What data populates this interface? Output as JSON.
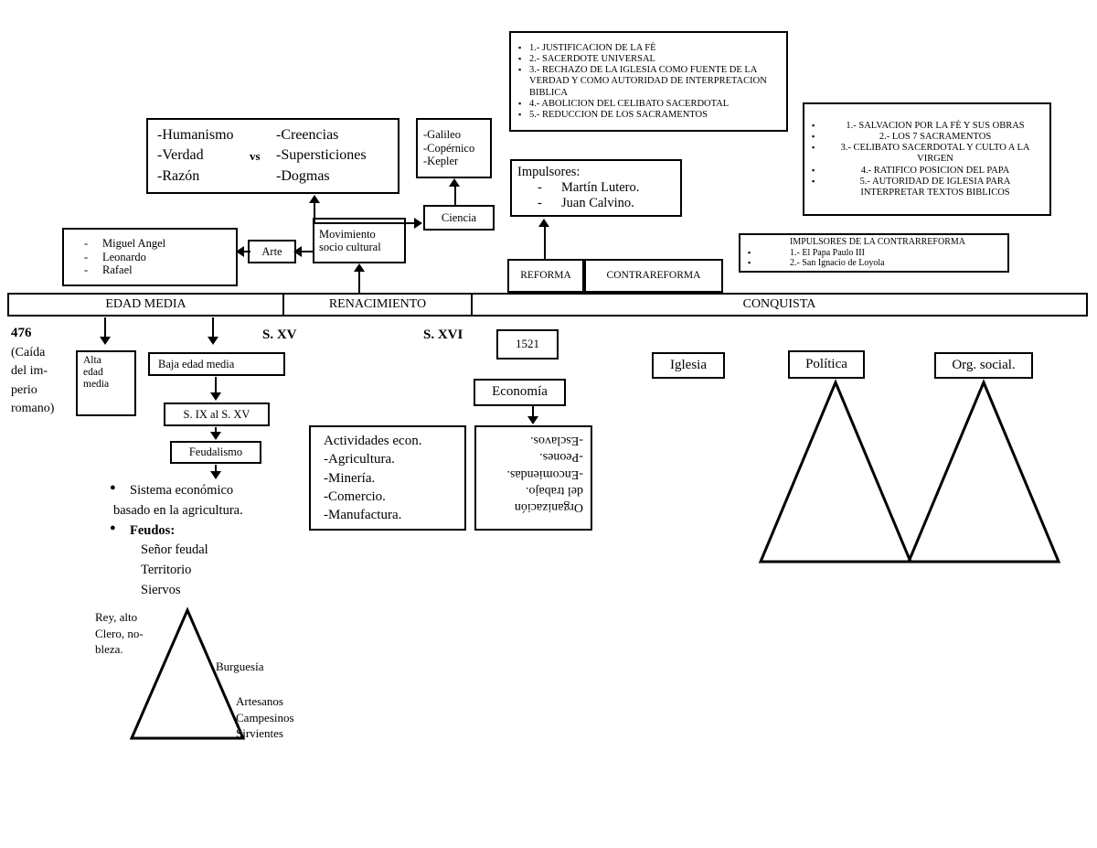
{
  "reform_principles": {
    "items": [
      "1.- JUSTIFICACION DE LA FÈ",
      "2.- SACERDOTE UNIVERSAL",
      "3.- RECHAZO DE LA IGLESIA COMO FUENTE DE LA VERDAD Y COMO AUTORIDAD DE INTERPRETACION BIBLICA",
      "4.- ABOLICION DEL CELIBATO SACERDOTAL",
      "5.- REDUCCION DE LOS SACRAMENTOS"
    ]
  },
  "counterreform_principles": {
    "items": [
      "1.- SALVACION POR LA FÈ Y SUS OBRAS",
      "2.- LOS 7 SACRAMENTOS",
      "3.- CELIBATO SACERDOTAL Y CULTO A LA VIRGEN",
      "4.- RATIFICO POSICION DEL PAPA",
      "5.- AUTORIDAD DE IGLESIA PARA INTERPRETAR TEXTOS BIBLICOS"
    ]
  },
  "humanism": {
    "left": [
      "-Humanismo",
      "-Verdad",
      "-Razón"
    ],
    "vs": "vs",
    "right": [
      "-Creencias",
      "-Supersticiones",
      "-Dogmas"
    ]
  },
  "scientists": {
    "items": [
      "-Galileo",
      "-Copérnico",
      "-Kepler"
    ]
  },
  "ciencia": {
    "label": "Ciencia"
  },
  "movimiento": {
    "label_line1": "Movimiento",
    "label_line2": "socio cultural"
  },
  "arte": {
    "label": "Arte"
  },
  "artists": {
    "items": [
      "Miguel Angel",
      "Leonardo",
      "Rafael"
    ]
  },
  "impulsores_reforma": {
    "title": "Impulsores:",
    "items": [
      "Martín Lutero.",
      "Juan Calvino."
    ]
  },
  "impulsores_contrarreforma": {
    "title": "IMPULSORES DE LA CONTRARREFORMA",
    "items": [
      "1.-  El Papa Paulo III",
      "2.- San Ignacio de Loyola"
    ]
  },
  "reforma_box": {
    "label": "REFORMA"
  },
  "contrareforma_box": {
    "label": "CONTRAREFORMA"
  },
  "timeline": {
    "segments": [
      {
        "label": "EDAD MEDIA"
      },
      {
        "label": "RENACIMIENTO"
      },
      {
        "label": "CONQUISTA"
      }
    ],
    "markers": [
      {
        "label": "476"
      },
      {
        "label": "S. XV"
      },
      {
        "label": "S. XVI"
      }
    ],
    "year_box": "1521"
  },
  "fall_rome": {
    "lines": [
      "(Caída",
      "del im-",
      "perio",
      "romano)"
    ]
  },
  "alta_edad_media": {
    "lines": [
      "Alta",
      "edad",
      "media"
    ]
  },
  "baja_edad_media": {
    "label": "Baja edad media"
  },
  "siglos": {
    "label": "S.  IX al S. XV"
  },
  "feudalismo": {
    "label": "Feudalismo"
  },
  "feudalismo_detail": {
    "bullet1_line1": "Sistema económico",
    "bullet1_line2": "basado en la agricultura.",
    "bullet2": "Feudos:",
    "sub": [
      "Señor feudal",
      "Territorio",
      "Siervos"
    ]
  },
  "actividades": {
    "title": "Actividades econ.",
    "items": [
      "-Agricultura.",
      "-Minería.",
      "-Comercio.",
      "-Manufactura."
    ]
  },
  "economia": {
    "label": "Economía"
  },
  "organizacion_trabajo": {
    "note": "text rendered rotated 180 degrees",
    "lines": [
      "Organización",
      "del trabajo.",
      "-Encomiendas.",
      "-Peones.",
      "-Esclavos."
    ]
  },
  "right_labels": {
    "iglesia": "Iglesia",
    "politica": "Política",
    "org_social": "Org. social."
  },
  "social_pyramid": {
    "top_lines": [
      "Rey, alto",
      "Clero, no-",
      "bleza."
    ],
    "mid": "Burguesía",
    "bottom": [
      "Artesanos",
      "Campesinos",
      "Sirvientes"
    ]
  },
  "colors": {
    "line": "#000000",
    "background": "#ffffff"
  }
}
